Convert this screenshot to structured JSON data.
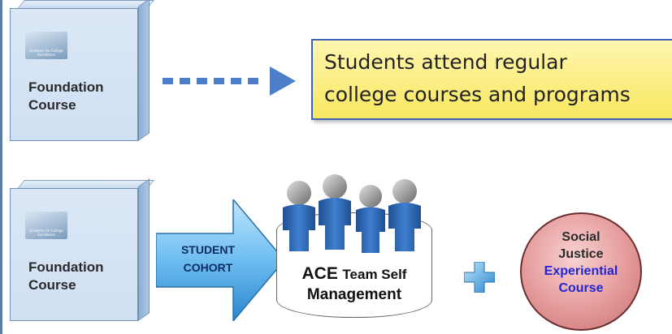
{
  "boxes": [
    {
      "title_line1": "Foundation",
      "title_line2": "Course",
      "logo_text": "Academy for College Excellence"
    },
    {
      "title_line1": "Foundation",
      "title_line2": "Course",
      "logo_text": "Academy for College Excellence"
    }
  ],
  "callout": {
    "line1": "Students attend regular",
    "line2": "college courses and programs"
  },
  "cohort_arrow": {
    "line1": "STUDENT",
    "line2": "COHORT"
  },
  "team": {
    "word1": "ACE",
    "word2": "Team Self",
    "line2": "Management"
  },
  "circle": {
    "line1": "Social",
    "line2": "Justice",
    "line3": "Experiential",
    "line4": "Course"
  },
  "colors": {
    "box_fill": "#cfe0f3",
    "arrow_blue": "#4d7fc9",
    "callout_fill": "#f8e760",
    "callout_border": "#3f63b8",
    "person_blue": "#2f66b3",
    "circle_fill": "#e59a9a",
    "experiential_text": "#2326d6"
  },
  "icons": [
    "logo-image",
    "dashed-arrow-icon",
    "cohort-arrow-icon",
    "people-group-icon",
    "plus-icon"
  ]
}
